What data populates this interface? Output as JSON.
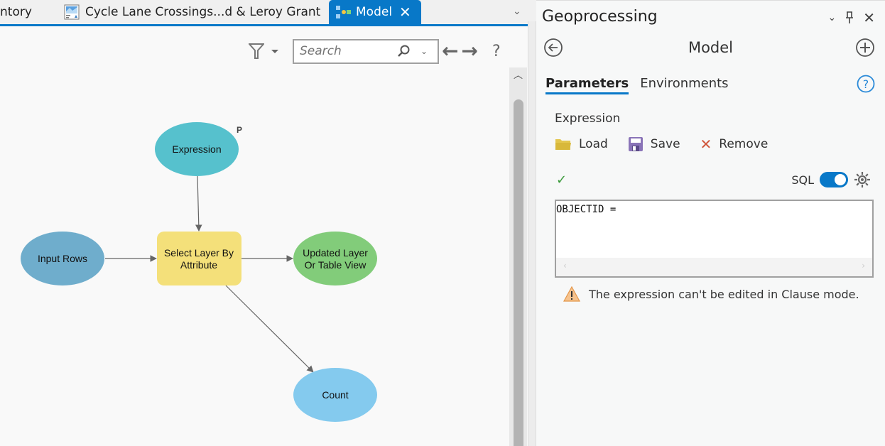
{
  "tabs": [
    {
      "label": "ntory",
      "active": false
    },
    {
      "label": "Cycle Lane Crossings...d & Leroy Grant",
      "active": false,
      "icon": "map-layout-icon"
    },
    {
      "label": "Model",
      "active": true,
      "icon": "model-icon",
      "close": "✕"
    }
  ],
  "toolbar": {
    "search_placeholder": "Search",
    "back_arrow": "←",
    "forward_arrow": "→",
    "help": "?"
  },
  "model": {
    "nodes": [
      {
        "id": "expression",
        "label": [
          "Expression"
        ],
        "shape": "ellipse",
        "color": "#56c1cd",
        "badge": "P"
      },
      {
        "id": "input_rows",
        "label": [
          "Input Rows"
        ],
        "shape": "ellipse",
        "color": "#6fadcc"
      },
      {
        "id": "select_layer",
        "label": [
          "Select Layer By",
          "Attribute"
        ],
        "shape": "rounded-rect",
        "color": "#f4e07a"
      },
      {
        "id": "updated_layer",
        "label": [
          "Updated Layer",
          "Or Table View"
        ],
        "shape": "ellipse",
        "color": "#82cc7a"
      },
      {
        "id": "count",
        "label": [
          "Count"
        ],
        "shape": "ellipse",
        "color": "#84caee"
      }
    ],
    "edges": [
      {
        "from": "expression",
        "to": "select_layer"
      },
      {
        "from": "input_rows",
        "to": "select_layer"
      },
      {
        "from": "select_layer",
        "to": "updated_layer"
      },
      {
        "from": "select_layer",
        "to": "count"
      }
    ]
  },
  "geoprocessing": {
    "title": "Geoprocessing",
    "tool_name": "Model",
    "tabs": [
      "Parameters",
      "Environments"
    ],
    "active_tab": "Parameters",
    "parameter_label": "Expression",
    "buttons": {
      "load": "Load",
      "save": "Save",
      "remove": "Remove"
    },
    "sql_label": "SQL",
    "sql_enabled": true,
    "expression_value": "OBJECTID =",
    "warning": "The expression can't be edited in Clause mode."
  }
}
